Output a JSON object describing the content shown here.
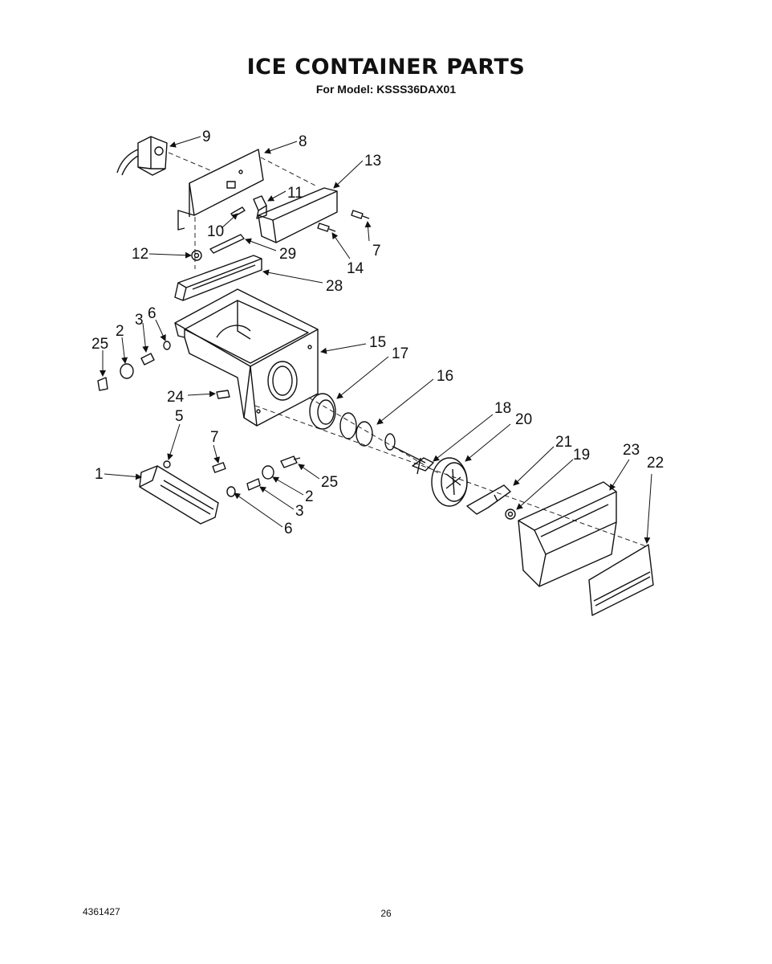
{
  "header": {
    "title": "ICE CONTAINER PARTS",
    "subtitle": "For Model: KSSS36DAX01"
  },
  "callouts": {
    "c1": "1",
    "c2a": "2",
    "c2b": "2",
    "c3a": "3",
    "c3b": "3",
    "c5": "5",
    "c6a": "6",
    "c6b": "6",
    "c7a": "7",
    "c7b": "7",
    "c8": "8",
    "c9": "9",
    "c10": "10",
    "c11": "11",
    "c12": "12",
    "c13": "13",
    "c14": "14",
    "c15": "15",
    "c16": "16",
    "c17": "17",
    "c18": "18",
    "c19": "19",
    "c20": "20",
    "c21": "21",
    "c22": "22",
    "c23": "23",
    "c24": "24",
    "c25a": "25",
    "c25b": "25",
    "c28": "28",
    "c29": "29"
  },
  "footer": {
    "part_number": "4361427",
    "page_number": "26"
  }
}
